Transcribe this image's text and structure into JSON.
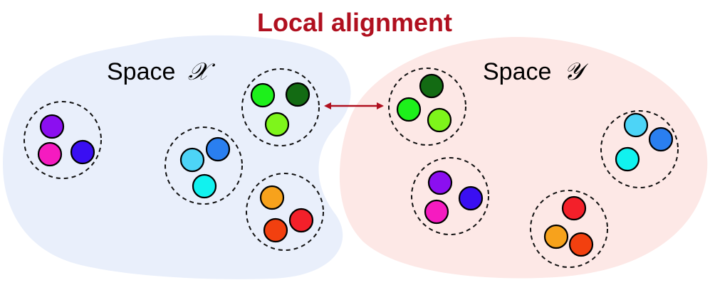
{
  "title": "Local alignment",
  "title_color": "#b0101f",
  "arrow_color": "#b0101f",
  "spaces": {
    "x": {
      "label": "Space",
      "symbol": "𝒳",
      "fill": "#e9effb"
    },
    "y": {
      "label": "Space",
      "symbol": "𝒴",
      "fill": "#fde8e6"
    }
  },
  "colors": {
    "purple": "#8b0ff0",
    "magenta": "#f51bc0",
    "indigo": "#3a0ff2",
    "sky": "#4dd4f7",
    "blue": "#2a7ff0",
    "cyan": "#11f2ef",
    "lime": "#1df01b",
    "dark_green": "#136b13",
    "yellow_green": "#7ef51b",
    "orange": "#f7a21c",
    "red": "#f3202a",
    "red_orange": "#f2400f"
  },
  "groups_x": [
    {
      "name": "purple-group",
      "dots": [
        "purple",
        "magenta",
        "indigo"
      ]
    },
    {
      "name": "blue-group",
      "dots": [
        "sky",
        "blue",
        "cyan"
      ]
    },
    {
      "name": "green-group",
      "dots": [
        "lime",
        "dark_green",
        "yellow_green"
      ]
    },
    {
      "name": "orange-group",
      "dots": [
        "orange",
        "red",
        "red_orange"
      ]
    }
  ],
  "groups_y": [
    {
      "name": "green-group",
      "dots": [
        "dark_green",
        "lime",
        "yellow_green"
      ]
    },
    {
      "name": "purple-group",
      "dots": [
        "purple",
        "indigo",
        "magenta"
      ]
    },
    {
      "name": "blue-group",
      "dots": [
        "sky",
        "blue",
        "cyan"
      ]
    },
    {
      "name": "orange-group",
      "dots": [
        "red",
        "orange",
        "red_orange"
      ]
    }
  ]
}
